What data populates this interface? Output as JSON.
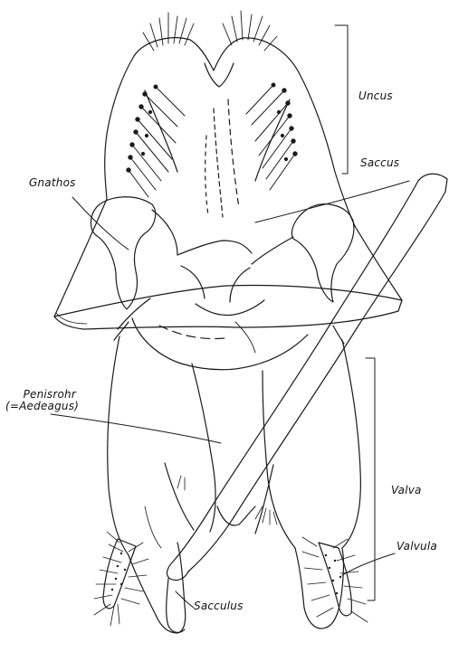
{
  "labels": {
    "uncus": "Uncus",
    "saccus": "Saccus",
    "gnathos": "Gnathos",
    "penisrohr_line1": "Penisrohr",
    "penisrohr_line2": "(=Aedeagus)",
    "valva": "Valva",
    "valvula": "Valvula",
    "sacculus": "Sacculus"
  },
  "colors": {
    "ink": "#1a1a1a",
    "paper": "#ffffff"
  }
}
